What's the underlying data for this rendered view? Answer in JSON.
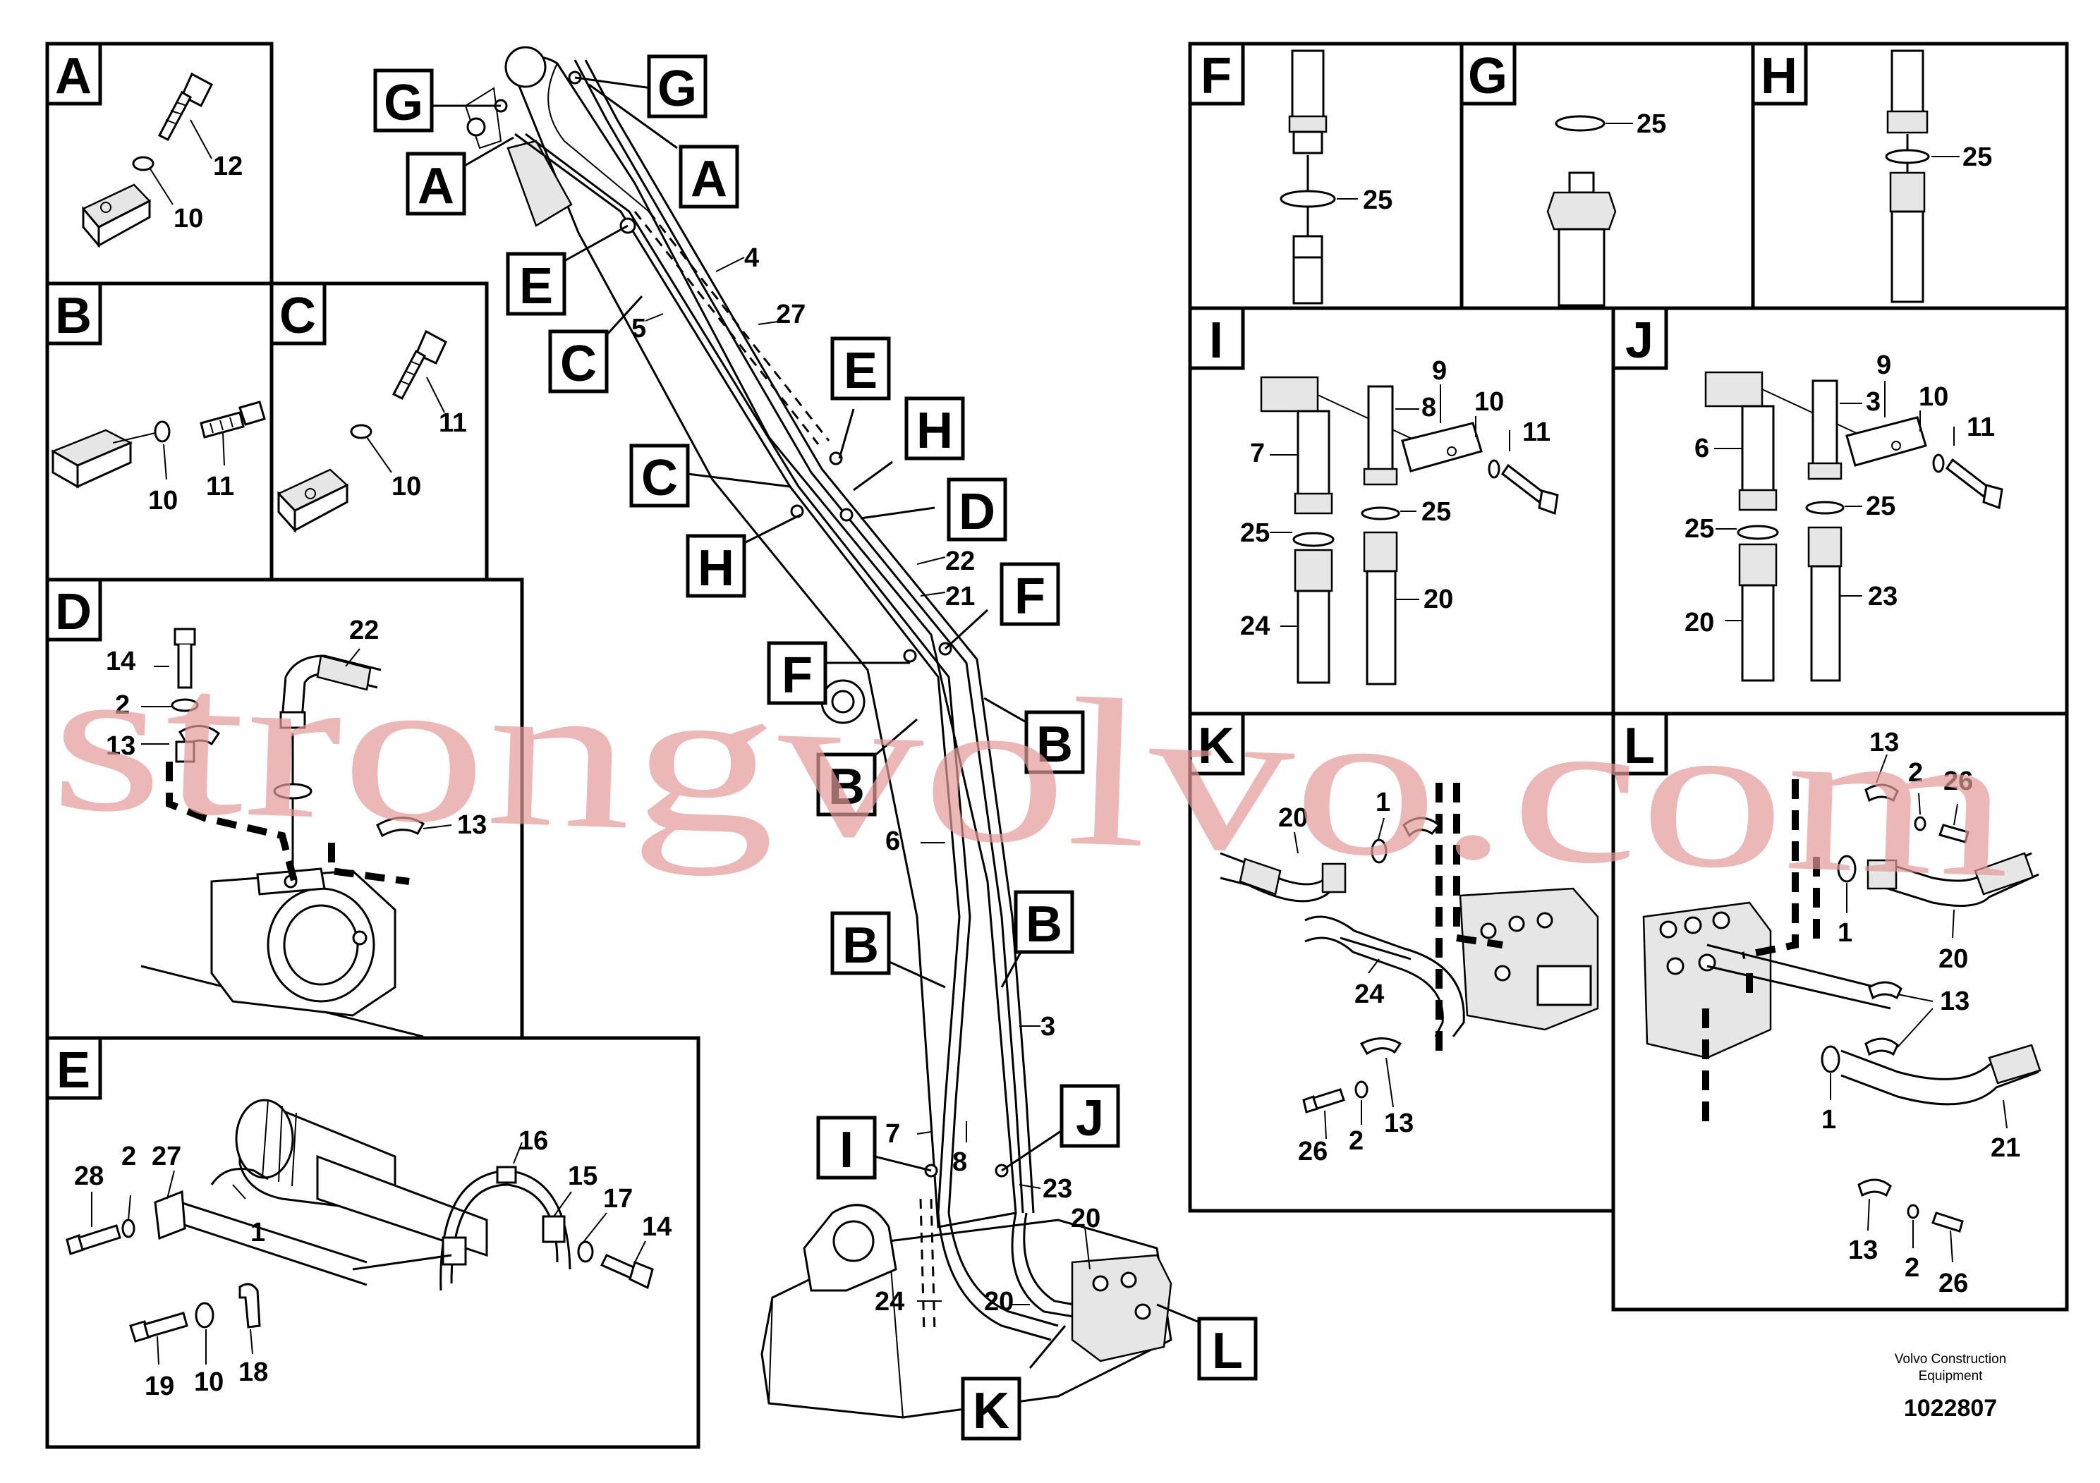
{
  "detail_views": {
    "A": {
      "key": "A",
      "parts": [
        "12",
        "10"
      ]
    },
    "B": {
      "key": "B",
      "parts": [
        "10",
        "11"
      ]
    },
    "C": {
      "key": "C",
      "parts": [
        "11",
        "10"
      ]
    },
    "D": {
      "key": "D",
      "parts": [
        "22",
        "14",
        "2",
        "13",
        "13"
      ]
    },
    "E": {
      "key": "E",
      "parts": [
        "16",
        "27",
        "15",
        "28",
        "2",
        "17",
        "14",
        "1",
        "19",
        "10",
        "18"
      ]
    },
    "F": {
      "key": "F",
      "parts": [
        "25"
      ]
    },
    "G": {
      "key": "G",
      "parts": [
        "25"
      ]
    },
    "H": {
      "key": "H",
      "parts": [
        "25"
      ]
    },
    "I": {
      "key": "I",
      "parts": [
        "9",
        "8",
        "10",
        "11",
        "7",
        "25",
        "25",
        "24",
        "20"
      ]
    },
    "J": {
      "key": "J",
      "parts": [
        "9",
        "3",
        "10",
        "11",
        "6",
        "25",
        "25",
        "20",
        "23"
      ]
    },
    "K": {
      "key": "K",
      "parts": [
        "1",
        "20",
        "24",
        "26",
        "2",
        "13"
      ]
    },
    "L": {
      "key": "L",
      "parts": [
        "13",
        "2",
        "26",
        "1",
        "20",
        "13",
        "1",
        "21",
        "13",
        "2",
        "26"
      ]
    }
  },
  "overview": {
    "callouts": [
      "G",
      "G",
      "A",
      "A",
      "E",
      "C",
      "E",
      "H",
      "C",
      "D",
      "H",
      "F",
      "F",
      "B",
      "B",
      "B",
      "B",
      "I",
      "J",
      "L",
      "K"
    ],
    "parts": [
      "4",
      "27",
      "5",
      "22",
      "21",
      "6",
      "3",
      "7",
      "8",
      "23",
      "20",
      "24",
      "20"
    ]
  },
  "footer": {
    "brand_line1": "Volvo Construction",
    "brand_line2": "Equipment",
    "figure_number": "1022807"
  },
  "watermark": "strongvolvo.com"
}
